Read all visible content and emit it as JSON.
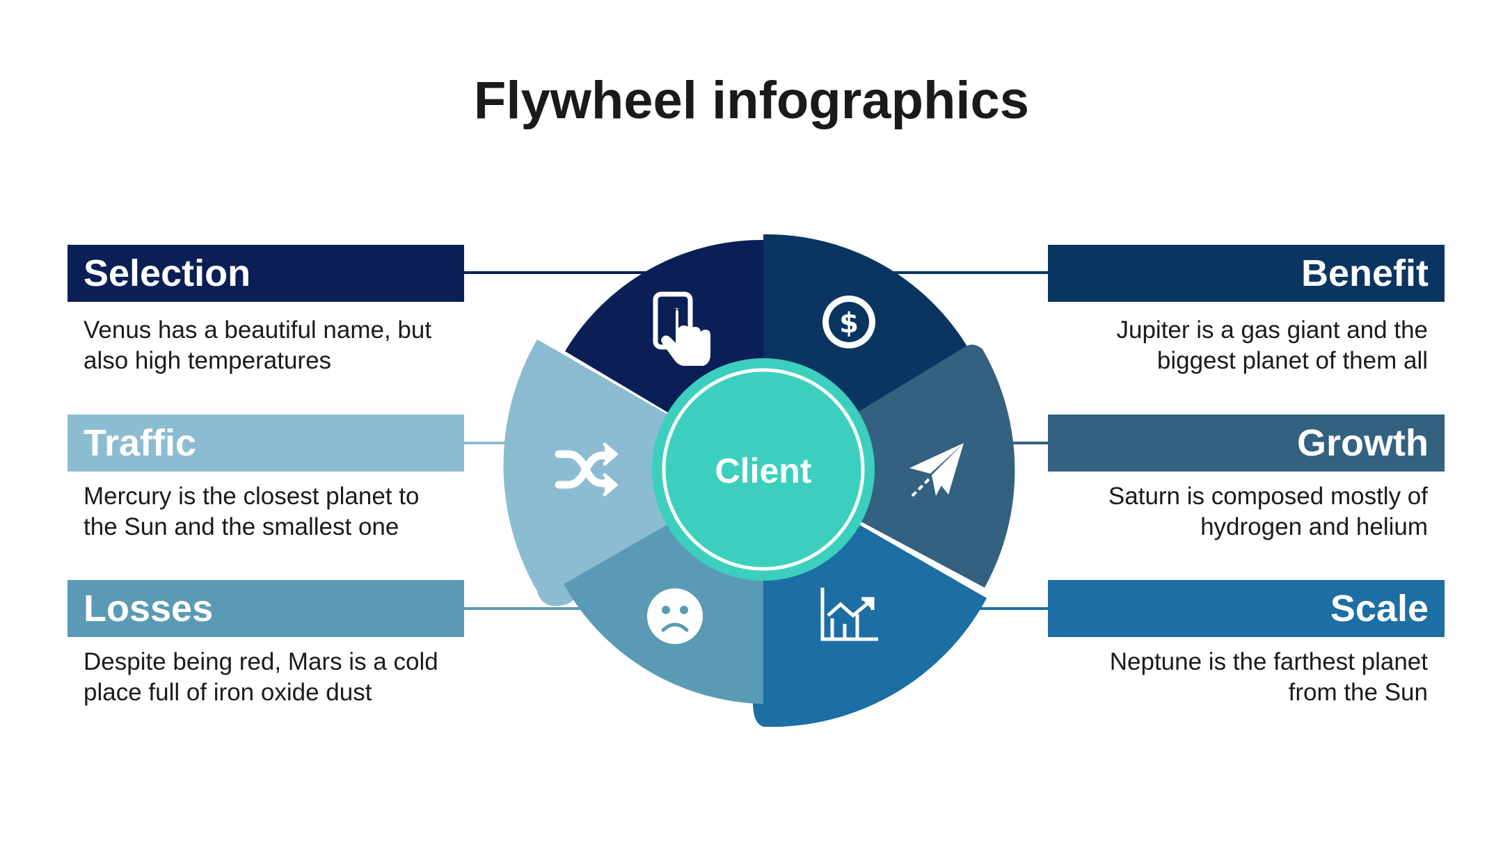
{
  "title": "Flywheel infographics",
  "center_label": "Client",
  "colors": {
    "selection": "#0a1f55",
    "benefit": "#0b3561",
    "growth": "#33617f",
    "scale": "#1c6ea4",
    "losses": "#5b9ab5",
    "traffic": "#8bbcd1",
    "center": "#3ccfbe"
  },
  "items": [
    {
      "key": "selection",
      "label": "Selection",
      "icon": "touch-phone-icon",
      "description": [
        "Venus has a beautiful name, but",
        "also high temperatures"
      ]
    },
    {
      "key": "traffic",
      "label": "Traffic",
      "icon": "shuffle-icon",
      "description": [
        "Mercury is the closest planet to",
        "the Sun and the smallest one"
      ]
    },
    {
      "key": "losses",
      "label": "Losses",
      "icon": "sad-face-icon",
      "description": [
        "Despite being red, Mars is a cold",
        "place full of iron oxide dust"
      ]
    },
    {
      "key": "benefit",
      "label": "Benefit",
      "icon": "dollar-coin-icon",
      "description": [
        "Jupiter is a gas giant and the",
        "biggest planet of them all"
      ]
    },
    {
      "key": "growth",
      "label": "Growth",
      "icon": "paper-plane-icon",
      "description": [
        "Saturn is composed mostly of",
        "hydrogen and helium"
      ]
    },
    {
      "key": "scale",
      "label": "Scale",
      "icon": "growth-chart-icon",
      "description": [
        "Neptune is the farthest planet",
        "from the Sun"
      ]
    }
  ]
}
